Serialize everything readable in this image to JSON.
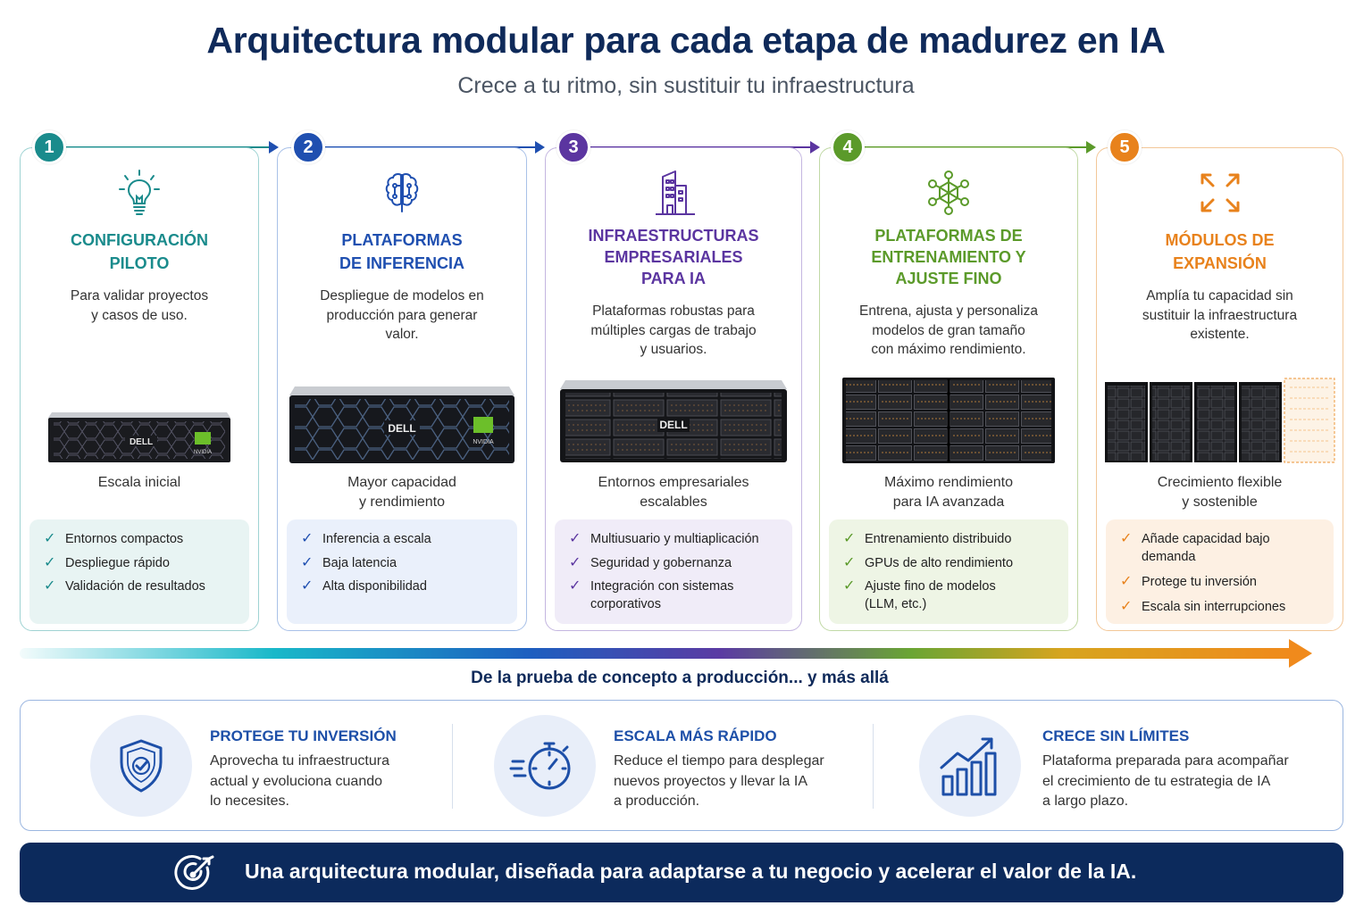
{
  "header": {
    "title": "Arquitectura modular para cada etapa de madurez en IA",
    "subtitle": "Crece a tu ritmo, sin sustituir tu infraestructura"
  },
  "colors": {
    "navy": "#0f2a5a",
    "teal": "#1a8b8c",
    "blue": "#1f4fb0",
    "purple": "#5b35a0",
    "green": "#5b9a2a",
    "orange": "#e8821c"
  },
  "stages": [
    {
      "number": "1",
      "icon": "lightbulb-icon",
      "title": [
        "CONFIGURACIÓN",
        "PILOTO"
      ],
      "description": [
        "Para validar proyectos",
        "y casos de uso."
      ],
      "scale": [
        "Escala inicial"
      ],
      "benefits": [
        "Entornos compactos",
        "Despliegue rápido",
        "Validación de resultados"
      ],
      "server_text": "DELL",
      "server_badge": "NVIDIA"
    },
    {
      "number": "2",
      "icon": "brain-icon",
      "title": [
        "PLATAFORMAS",
        "DE INFERENCIA"
      ],
      "description": [
        "Despliegue de modelos en",
        "producción para generar",
        "valor."
      ],
      "scale": [
        "Mayor capacidad",
        "y rendimiento"
      ],
      "benefits": [
        "Inferencia a escala",
        "Baja latencia",
        "Alta disponibilidad"
      ],
      "server_text": "DELL",
      "server_badge": "NVIDIA"
    },
    {
      "number": "3",
      "icon": "building-icon",
      "title": [
        "INFRAESTRUCTURAS",
        "EMPRESARIALES",
        "PARA IA"
      ],
      "description": [
        "Plataformas robustas para",
        "múltiples cargas de trabajo",
        "y usuarios."
      ],
      "scale": [
        "Entornos empresariales",
        "escalables"
      ],
      "benefits": [
        "Multiusuario y multiaplicación",
        "Seguridad y gobernanza",
        "Integración con sistemas corporativos"
      ],
      "server_text": "DELL"
    },
    {
      "number": "4",
      "icon": "network-icon",
      "title": [
        "PLATAFORMAS DE",
        "ENTRENAMIENTO Y",
        "AJUSTE FINO"
      ],
      "description": [
        "Entrena, ajusta y personaliza",
        "modelos de gran tamaño",
        "con máximo rendimiento."
      ],
      "scale": [
        "Máximo rendimiento",
        "para IA avanzada"
      ],
      "benefits": [
        "Entrenamiento distribuido",
        "GPUs de alto rendimiento",
        "Ajuste fino de modelos (LLM, etc.)"
      ]
    },
    {
      "number": "5",
      "icon": "expand-arrows-icon",
      "title": [
        "MÓDULOS DE",
        "EXPANSIÓN"
      ],
      "description": [
        "Amplía tu capacidad sin",
        "sustituir la infraestructura",
        "existente."
      ],
      "scale": [
        "Crecimiento flexible",
        "y sostenible"
      ],
      "benefits": [
        "Añade capacidad bajo demanda",
        "Protege tu inversión",
        "Escala sin interrupciones"
      ]
    }
  ],
  "progress_label": "De la prueba de concepto a producción... y más allá",
  "values": [
    {
      "icon": "shield-check-icon",
      "title": "PROTEGE TU INVERSIÓN",
      "description": [
        "Aprovecha tu infraestructura",
        "actual y evoluciona cuando",
        "lo necesites."
      ]
    },
    {
      "icon": "stopwatch-icon",
      "title": "ESCALA MÁS RÁPIDO",
      "description": [
        "Reduce el tiempo para desplegar",
        "nuevos proyectos y llevar la IA",
        "a producción."
      ]
    },
    {
      "icon": "growth-chart-icon",
      "title": "CRECE SIN LÍMITES",
      "description": [
        "Plataforma preparada para acompañar",
        "el crecimiento de tu estrategia de IA",
        "a largo plazo."
      ]
    }
  ],
  "footer": {
    "icon": "target-icon",
    "text": "Una arquitectura modular, diseñada para adaptarse a tu negocio y acelerar el valor de la IA."
  }
}
